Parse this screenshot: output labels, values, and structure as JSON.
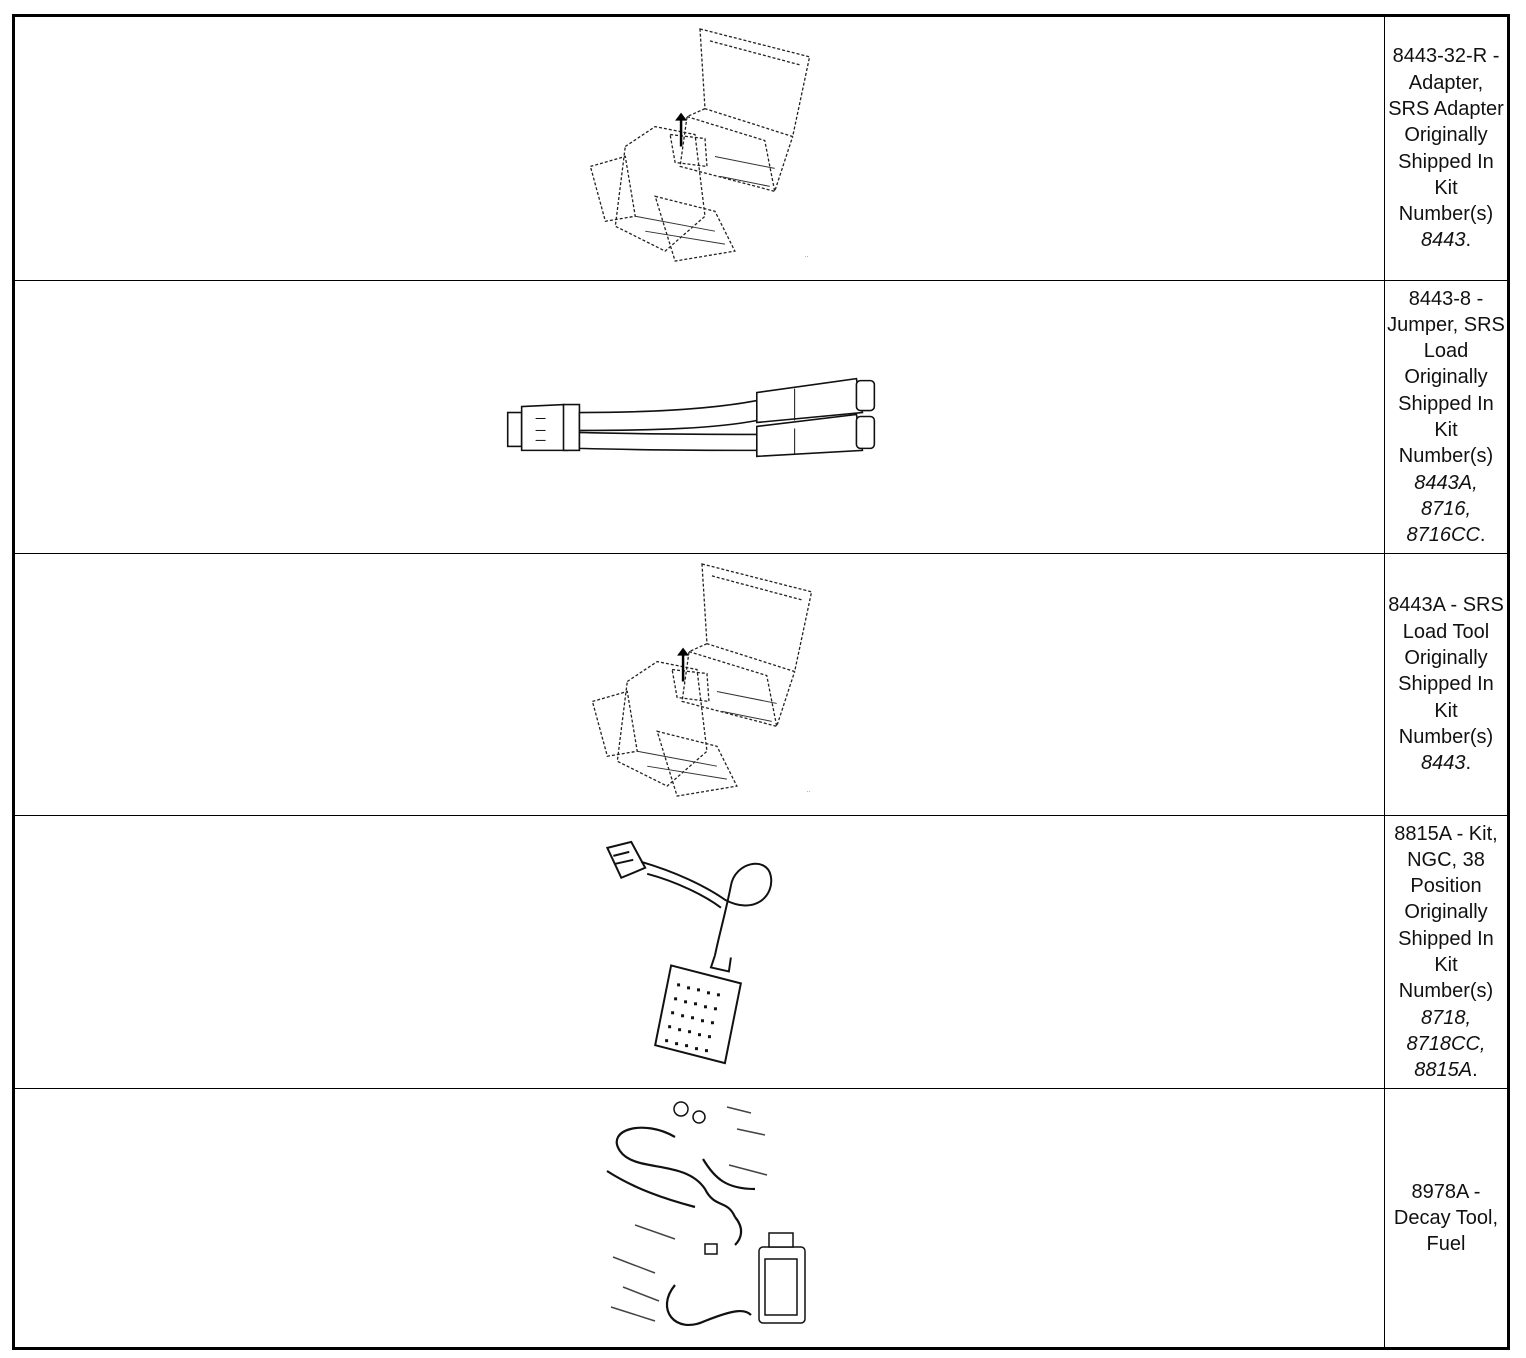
{
  "tools": [
    {
      "description": "8443-32-R - Adapter, SRS Adapter Originally Shipped In Kit Number(s)",
      "kits": "8443",
      "image_icon": "srs-adapter-kit-illustration-icon"
    },
    {
      "description": "8443-8 - Jumper, SRS Load Originally Shipped In Kit Number(s)",
      "kits": "8443A, 8716, 8716CC",
      "image_icon": "srs-load-jumper-illustration-icon"
    },
    {
      "description": "8443A - SRS Load Tool Originally Shipped In Kit Number(s)",
      "kits": "8443",
      "image_icon": "srs-load-tool-illustration-icon"
    },
    {
      "description": "8815A - Kit, NGC, 38 Position Originally Shipped In Kit Number(s)",
      "kits": "8718, 8718CC, 8815A",
      "image_icon": "ngc-38-position-kit-illustration-icon"
    },
    {
      "description": "8978A - Decay Tool, Fuel",
      "kits": "",
      "image_icon": "fuel-decay-tool-illustration-icon"
    }
  ],
  "colors": {
    "border": "#000000",
    "text": "#111111",
    "background": "#ffffff"
  }
}
